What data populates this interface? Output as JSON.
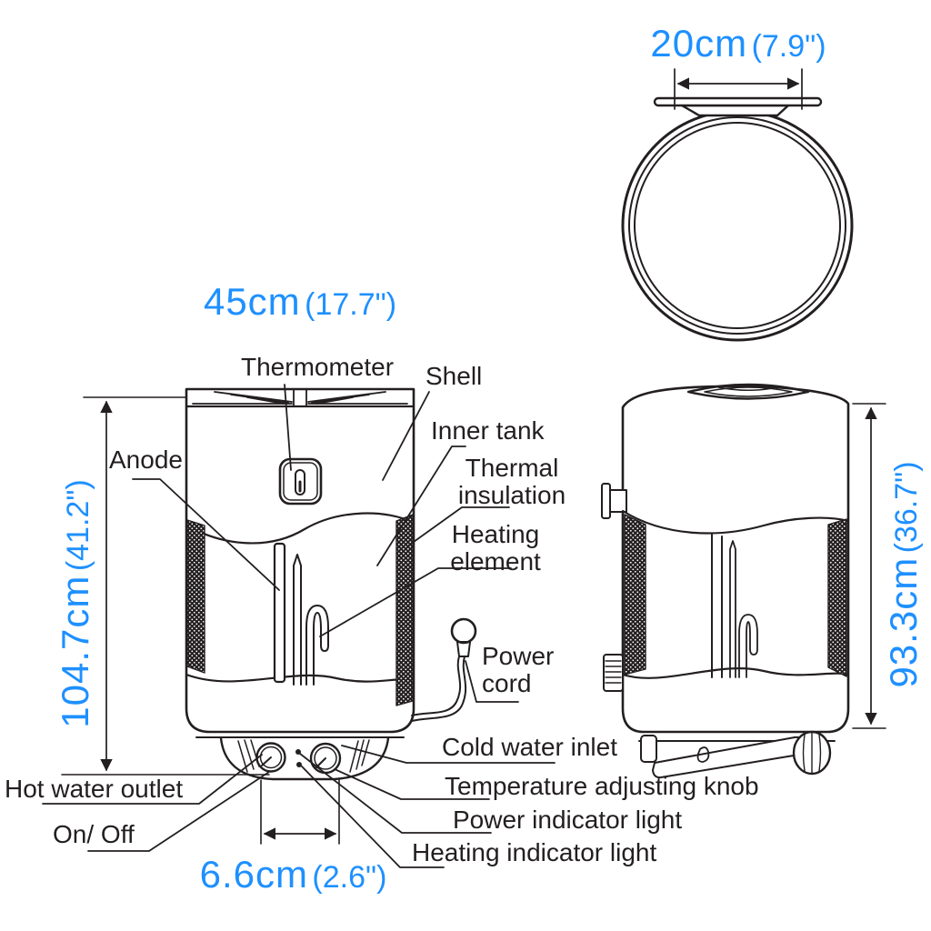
{
  "doc_type": "water heater technical diagram",
  "colors": {
    "line": "#231f20",
    "dimension_text": "#1e90ff",
    "background": "#ffffff"
  },
  "dims": {
    "top_diameter": {
      "value": "20cm",
      "inches": "(7.9\")"
    },
    "front_width": {
      "value": "45cm",
      "inches": "(17.7\")"
    },
    "front_height": {
      "value": "104.7cm",
      "inches": "(41.2\")"
    },
    "side_height": {
      "value": "93.3cm",
      "inches": "(36.7\")"
    },
    "outlet_spacing": {
      "value": "6.6cm",
      "inches": "(2.6\")"
    }
  },
  "labels": {
    "thermometer": "Thermometer",
    "shell": "Shell",
    "inner_tank": "Inner tank",
    "thermal_insulation_l1": "Thermal",
    "thermal_insulation_l2": "insulation",
    "heating_element_l1": "Heating",
    "heating_element_l2": "element",
    "anode": "Anode",
    "power_cord_l1": "Power",
    "power_cord_l2": "cord",
    "hot_water_outlet": "Hot water outlet",
    "on_off": "On/ Off",
    "cold_water_inlet": "Cold water inlet",
    "temperature_adjusting_knob": "Temperature adjusting knob",
    "power_indicator_light": "Power indicator light",
    "heating_indicator_light": "Heating indicator light"
  }
}
